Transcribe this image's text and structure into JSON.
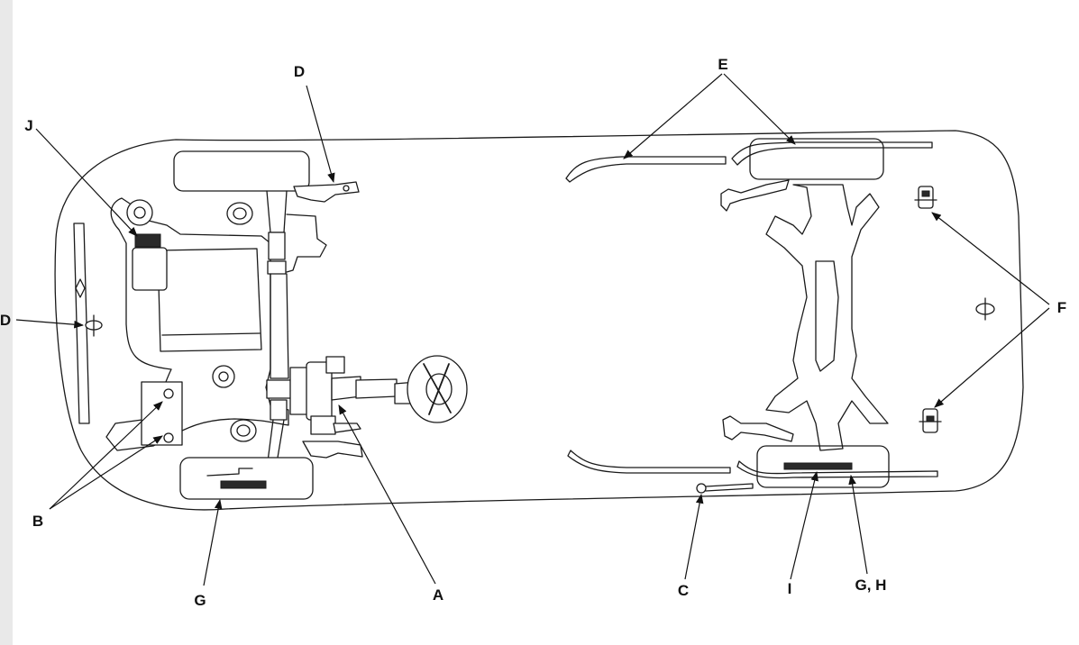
{
  "callouts": {
    "A": "A",
    "B": "B",
    "C": "C",
    "D_top": "D",
    "D_left": "D",
    "E": "E",
    "F": "F",
    "G_left": "G",
    "GH": "G, H",
    "I": "I",
    "J": "J"
  },
  "colors": {
    "line": "#1a1a1a",
    "background": "#ffffff"
  }
}
